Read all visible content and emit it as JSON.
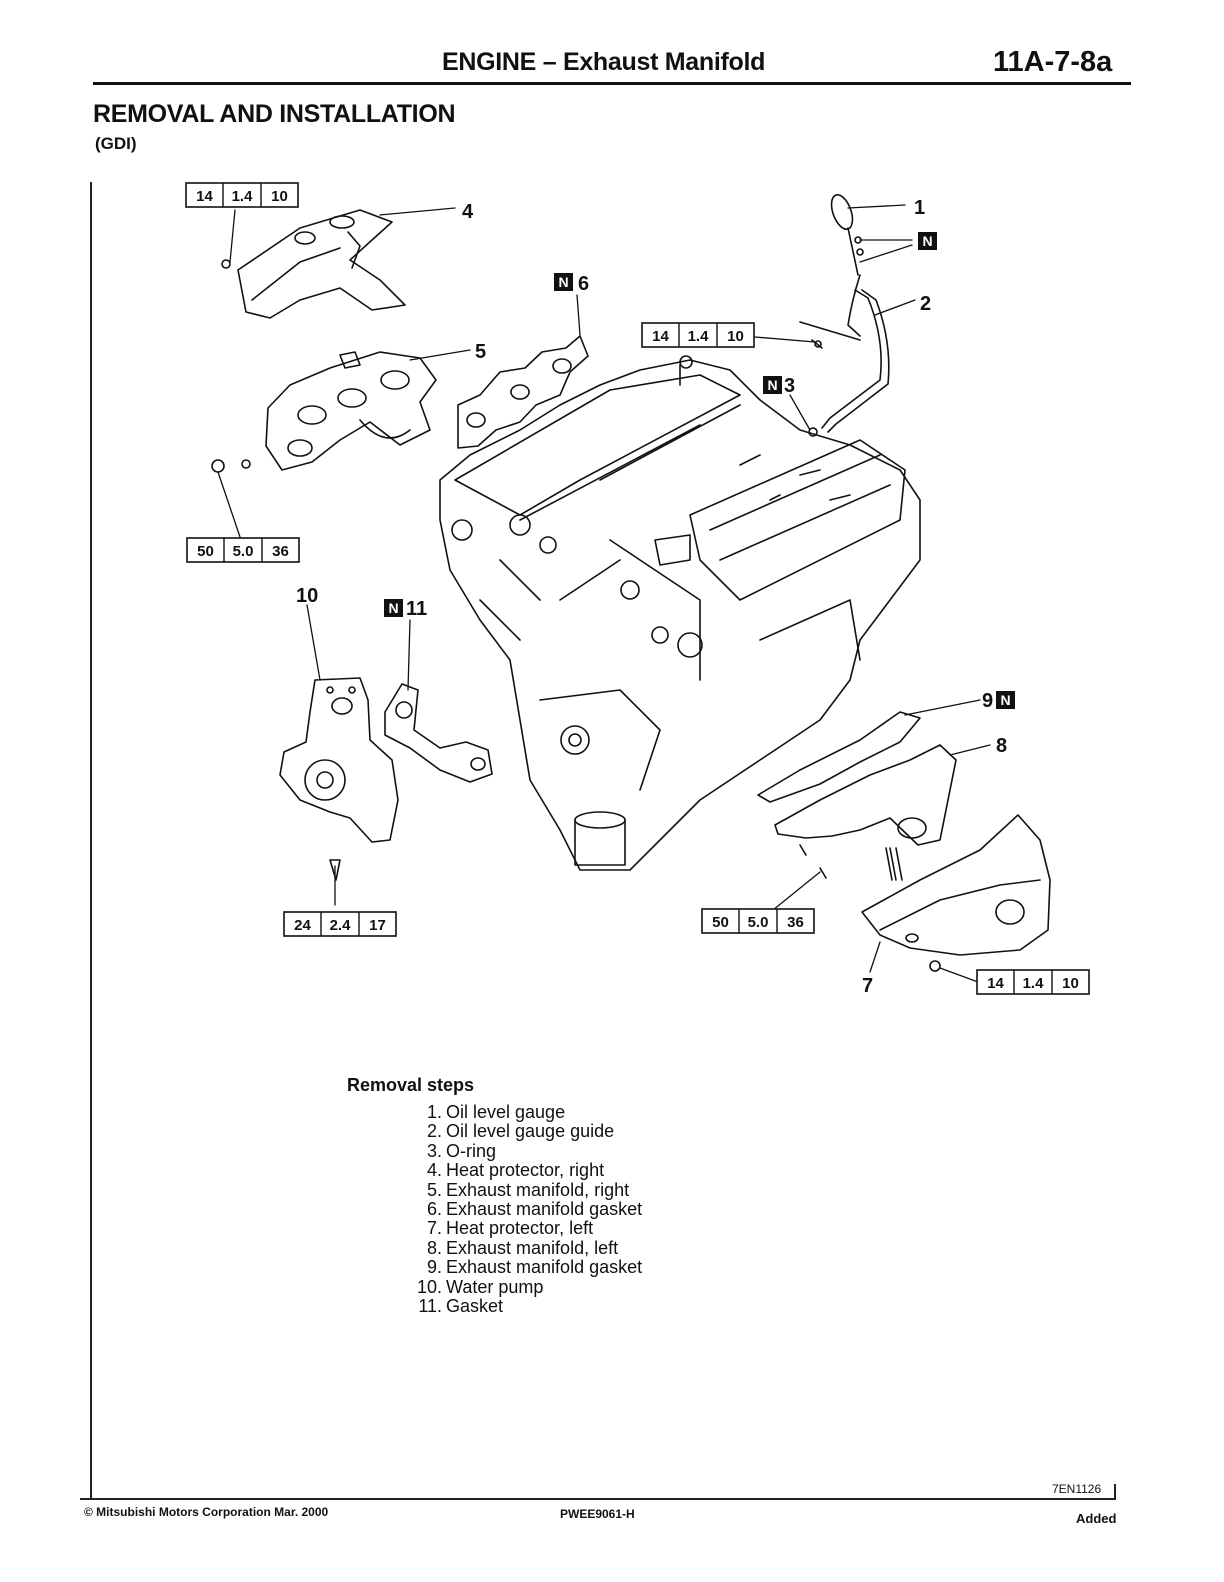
{
  "header": {
    "title": "ENGINE – Exhaust Manifold",
    "page_number": "11A-7-8a"
  },
  "section": {
    "title": "REMOVAL AND INSTALLATION",
    "subtitle": "(GDI)"
  },
  "diagram": {
    "callouts": [
      "1",
      "2",
      "3",
      "4",
      "5",
      "6",
      "7",
      "8",
      "9",
      "10",
      "11"
    ],
    "new_part_badge": "N",
    "torque_specs": [
      {
        "nm": "14",
        "kgfm": "1.4",
        "ftlbf": "10"
      },
      {
        "nm": "14",
        "kgfm": "1.4",
        "ftlbf": "10"
      },
      {
        "nm": "50",
        "kgfm": "5.0",
        "ftlbf": "36"
      },
      {
        "nm": "24",
        "kgfm": "2.4",
        "ftlbf": "17"
      },
      {
        "nm": "50",
        "kgfm": "5.0",
        "ftlbf": "36"
      },
      {
        "nm": "14",
        "kgfm": "1.4",
        "ftlbf": "10"
      }
    ]
  },
  "removal_steps": {
    "title": "Removal steps",
    "items": [
      {
        "num": "1.",
        "text": "Oil level gauge"
      },
      {
        "num": "2.",
        "text": "Oil level gauge guide"
      },
      {
        "num": "3.",
        "text": "O-ring"
      },
      {
        "num": "4.",
        "text": "Heat protector, right"
      },
      {
        "num": "5.",
        "text": "Exhaust manifold, right"
      },
      {
        "num": "6.",
        "text": "Exhaust manifold gasket"
      },
      {
        "num": "7.",
        "text": "Heat protector, left"
      },
      {
        "num": "8.",
        "text": "Exhaust manifold, left"
      },
      {
        "num": "9.",
        "text": "Exhaust manifold gasket"
      },
      {
        "num": "10.",
        "text": "Water pump"
      },
      {
        "num": "11.",
        "text": "Gasket"
      }
    ]
  },
  "figure_id": "7EN1126",
  "footer": {
    "copyright": "© Mitsubishi Motors Corporation   Mar. 2000",
    "doc_code": "PWEE9061-H",
    "status": "Added"
  }
}
